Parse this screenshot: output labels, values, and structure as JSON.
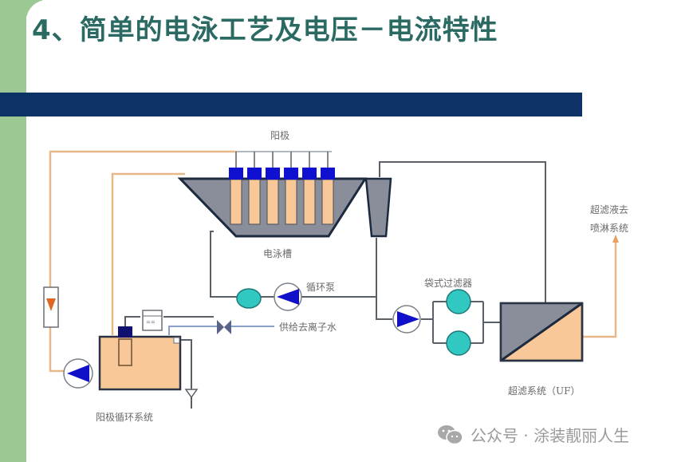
{
  "slide": {
    "title": "4、简单的电泳工艺及电压－电流特性"
  },
  "diagram": {
    "labels": {
      "anode": "阳极",
      "tank": "电泳槽",
      "circulation_pump": "循环泵",
      "bag_filter": "袋式过滤器",
      "di_water_supply": "供给去离子水",
      "anode_circulation_system": "阳极循环系统",
      "uf_system": "超滤系统（UF）",
      "uf_permeate_line1": "超滤液去",
      "uf_permeate_line2": "喷淋系统"
    },
    "anode_count": 6,
    "colors": {
      "anode_cap": "#1010d0",
      "anode_body": "#f8c898",
      "tank_fill": "#8a8e9a",
      "pump_blue": "#1010c8",
      "filter_cyan": "#30c8c0",
      "orange_pipe": "#e8b888",
      "gray_pipe": "#5a6068",
      "flowmeter_orange": "#e06820"
    }
  },
  "watermark": {
    "icon": "wechat-icon",
    "text": "公众号 · 涂装靓丽人生"
  }
}
